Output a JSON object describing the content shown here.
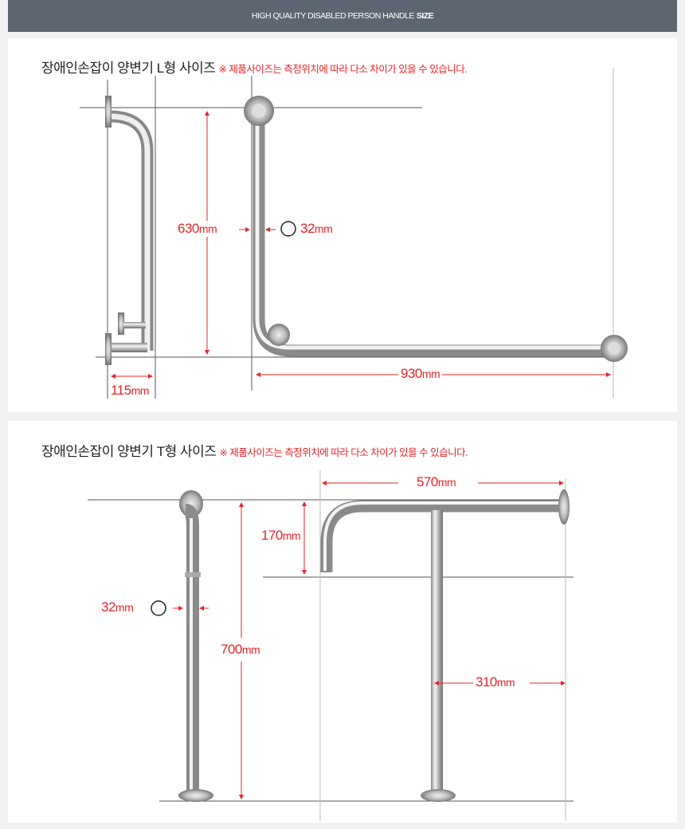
{
  "header": {
    "title": "HIGH QUALITY DISABLED PERSON HANDLE",
    "title_bold": "SIZE"
  },
  "sections": [
    {
      "title": "장애인손잡이 양변기 L형 사이즈",
      "note": "※ 제품사이즈는 측정위치에 따라 다소 차이가 있을 수 있습니다.",
      "dims": {
        "height": "630",
        "diameter": "32",
        "width": "930",
        "depth": "115",
        "unit": "mm"
      }
    },
    {
      "title": "장애인손잡이 양변기 T형 사이즈",
      "note": "※ 제품사이즈는 측정위치에 따라 다소 차이가 있을 수 있습니다.",
      "dims": {
        "diameter": "32",
        "height": "700",
        "width": "570",
        "drop": "170",
        "offset": "310",
        "unit": "mm"
      }
    }
  ],
  "colors": {
    "header_bg": "#5d6670",
    "dimension": "#e8232a",
    "page_bg": "#f1f1f1"
  }
}
